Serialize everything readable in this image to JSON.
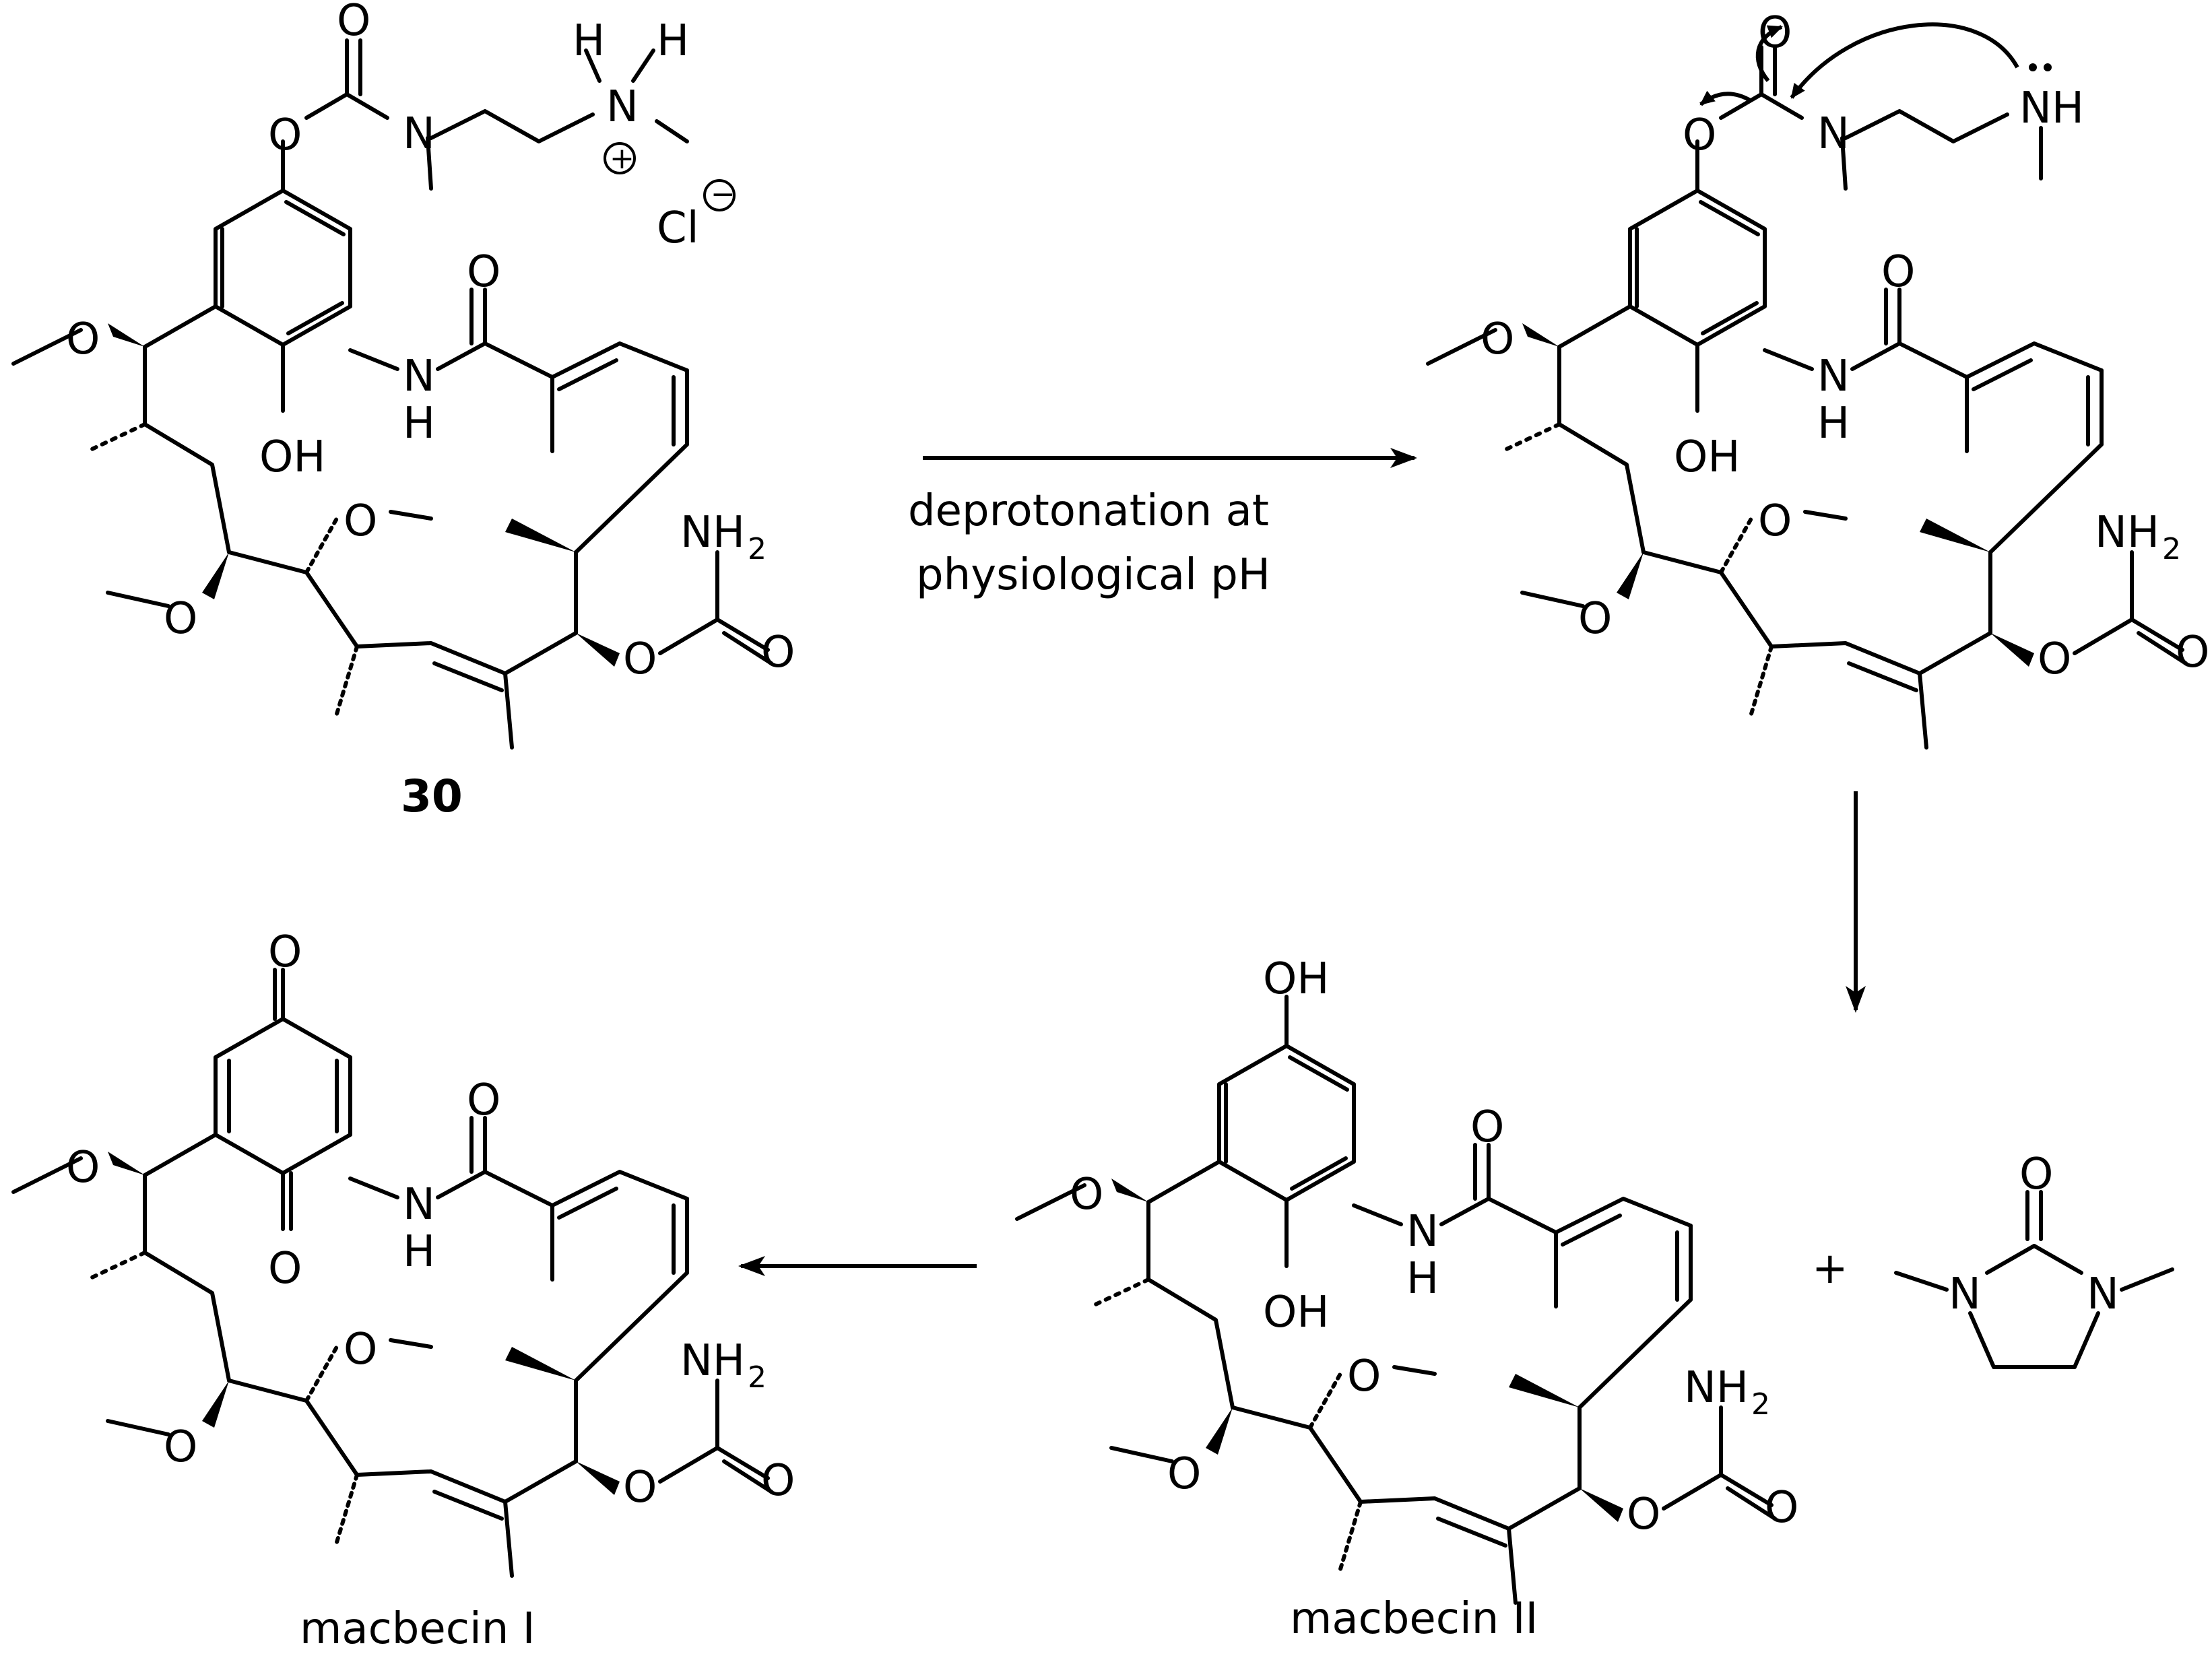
{
  "compound_30": {
    "label": "30",
    "counterion": "Cl",
    "charge_plus": "+",
    "charge_minus": "−",
    "atoms": {
      "O": "O",
      "N": "N",
      "H": "H",
      "NH": "NH",
      "OH": "OH",
      "NH2": "NH",
      "sub2": "2"
    }
  },
  "step1": {
    "line1": "deprotonation at",
    "line2": "physiological pH"
  },
  "intermediate": {
    "atoms": {
      "O": "O",
      "N": "N",
      "NH": "NH",
      "OH": "OH",
      "NH2": "NH",
      "sub2": "2"
    }
  },
  "macbecin_II": {
    "label": "macbecin II",
    "plus": "+"
  },
  "macbecin_I": {
    "label": "macbecin I"
  },
  "colors": {
    "ink": "#000000",
    "background": "#ffffff"
  }
}
